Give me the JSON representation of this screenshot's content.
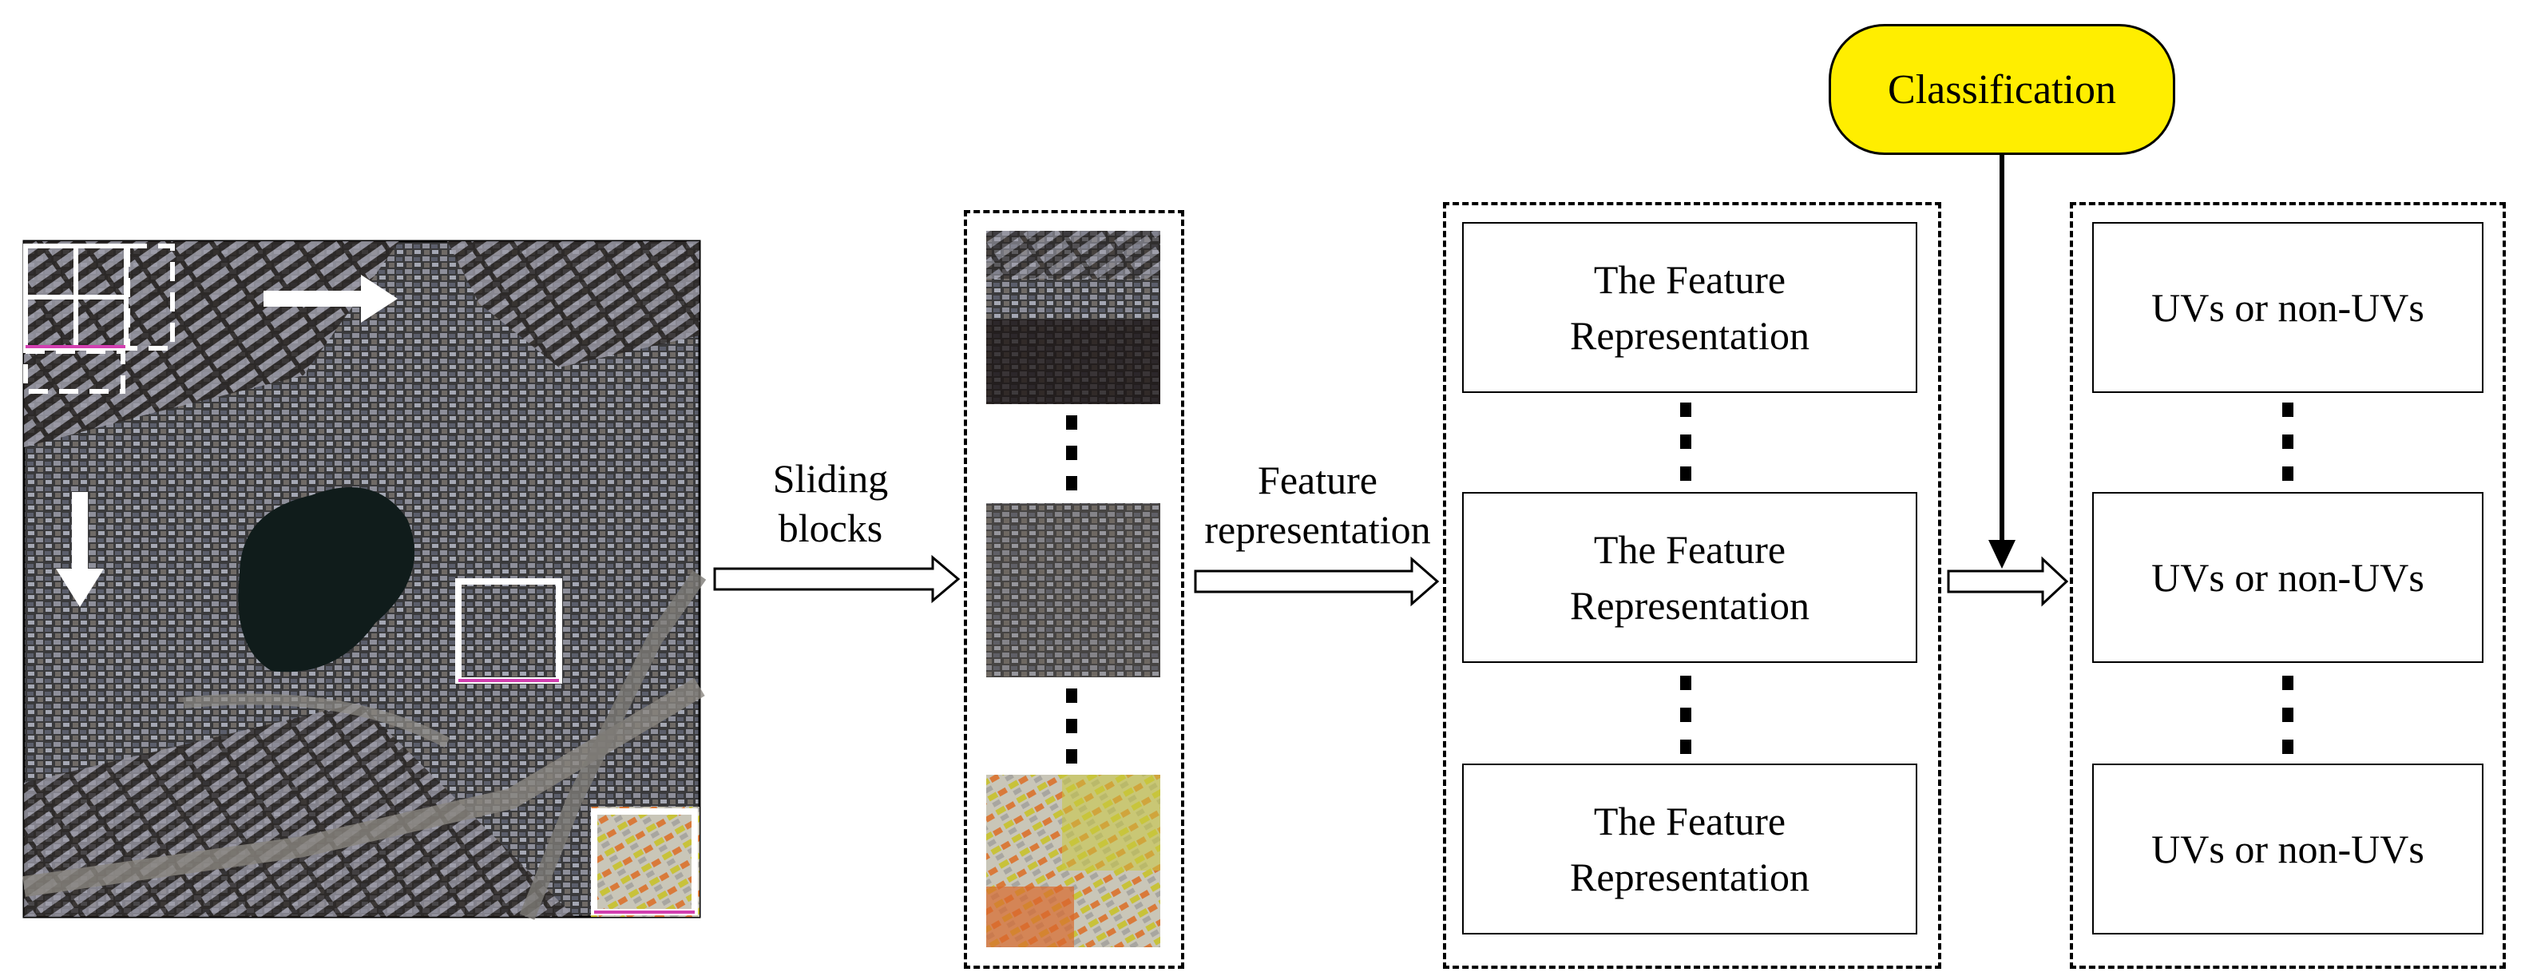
{
  "classification": {
    "label": "Classification",
    "color": "#ffee00"
  },
  "steps": {
    "sliding_blocks": [
      "Sliding",
      "blocks"
    ],
    "feature_representation": [
      "Feature",
      "representation"
    ]
  },
  "feature_boxes": [
    {
      "line1": "The Feature",
      "line2": "Representation"
    },
    {
      "line1": "The Feature",
      "line2": "Representation"
    },
    {
      "line1": "The Feature",
      "line2": "Representation"
    }
  ],
  "result_boxes": [
    {
      "label": "UVs or non-UVs"
    },
    {
      "label": "UVs or non-UVs"
    },
    {
      "label": "UVs or non-UVs"
    }
  ],
  "icons": {
    "satellite_image": "satellite-image",
    "patch_images": [
      "dense-rooftops-patch",
      "urban-village-patch",
      "colorful-rooftops-patch"
    ],
    "arrows": "hollow-right-arrow",
    "scan_arrows": "white-solid-arrow"
  }
}
